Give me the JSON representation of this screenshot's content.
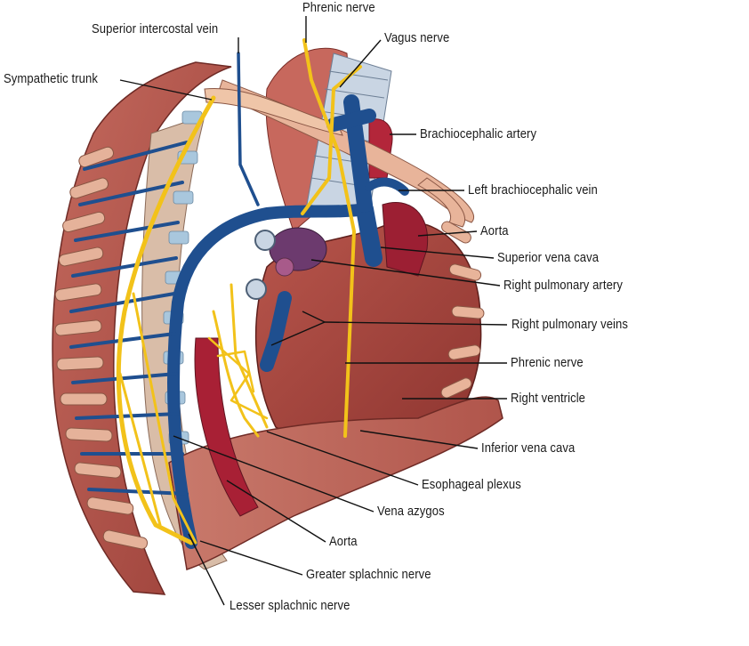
{
  "labels": {
    "phrenic_top": "Phrenic nerve",
    "superior_intercostal_vein": "Superior intercostal vein",
    "vagus_nerve": "Vagus nerve",
    "sympathetic_trunk": "Sympathetic trunk",
    "brachiocephalic_artery": "Brachiocephalic artery",
    "left_brachiocephalic_vein": "Left brachiocephalic vein",
    "aorta_right": "Aorta",
    "superior_vena_cava": "Superior vena cava",
    "right_pulmonary_artery": "Right pulmonary artery",
    "right_pulmonary_veins": "Right pulmonary veins",
    "phrenic_nerve": "Phrenic nerve",
    "right_ventricle": "Right ventricle",
    "inferior_vena_cava": "Inferior vena cava",
    "esophageal_plexus": "Esophageal plexus",
    "vena_azygos": "Vena azygos",
    "aorta_bottom": "Aorta",
    "greater_splachnic_nerve": "Greater splachnic nerve",
    "lesser_splachnic_nerve": "Lesser splachnic nerve"
  },
  "colors": {
    "nerve": "#f2c21a",
    "vein": "#1f4f8f",
    "artery": "#b3263a",
    "muscle": "#b5524a",
    "rib": "#e8b49a",
    "heart": "#a8403a",
    "leader": "#111111"
  }
}
